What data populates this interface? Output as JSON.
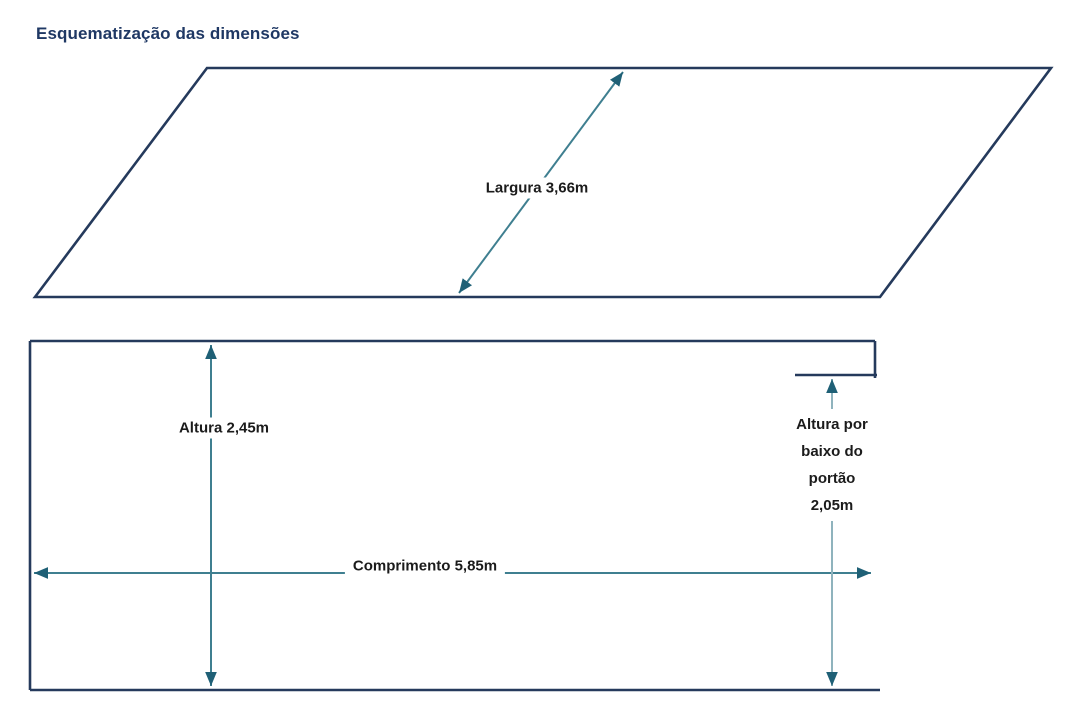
{
  "title": "Esquematização das dimensões",
  "colors": {
    "outline": "#253a5c",
    "arrow_line": "#3f7f90",
    "arrow_line_light": "#8fb3bd",
    "arrow_head": "#1f6076",
    "title_color": "#1f3864",
    "label_color": "#1b1b1b",
    "bg": "#ffffff"
  },
  "labels": {
    "largura": "Largura 3,66m",
    "altura": "Altura 2,45m",
    "comprimento": "Comprimento 5,85m",
    "portao_lines": [
      "Altura por",
      "baixo do",
      "portão",
      "2,05m"
    ]
  },
  "measurements": {
    "largura": "3,66m",
    "altura": "2,45m",
    "comprimento": "5,85m",
    "altura_por_baixo_do_portao": "2,05m"
  }
}
